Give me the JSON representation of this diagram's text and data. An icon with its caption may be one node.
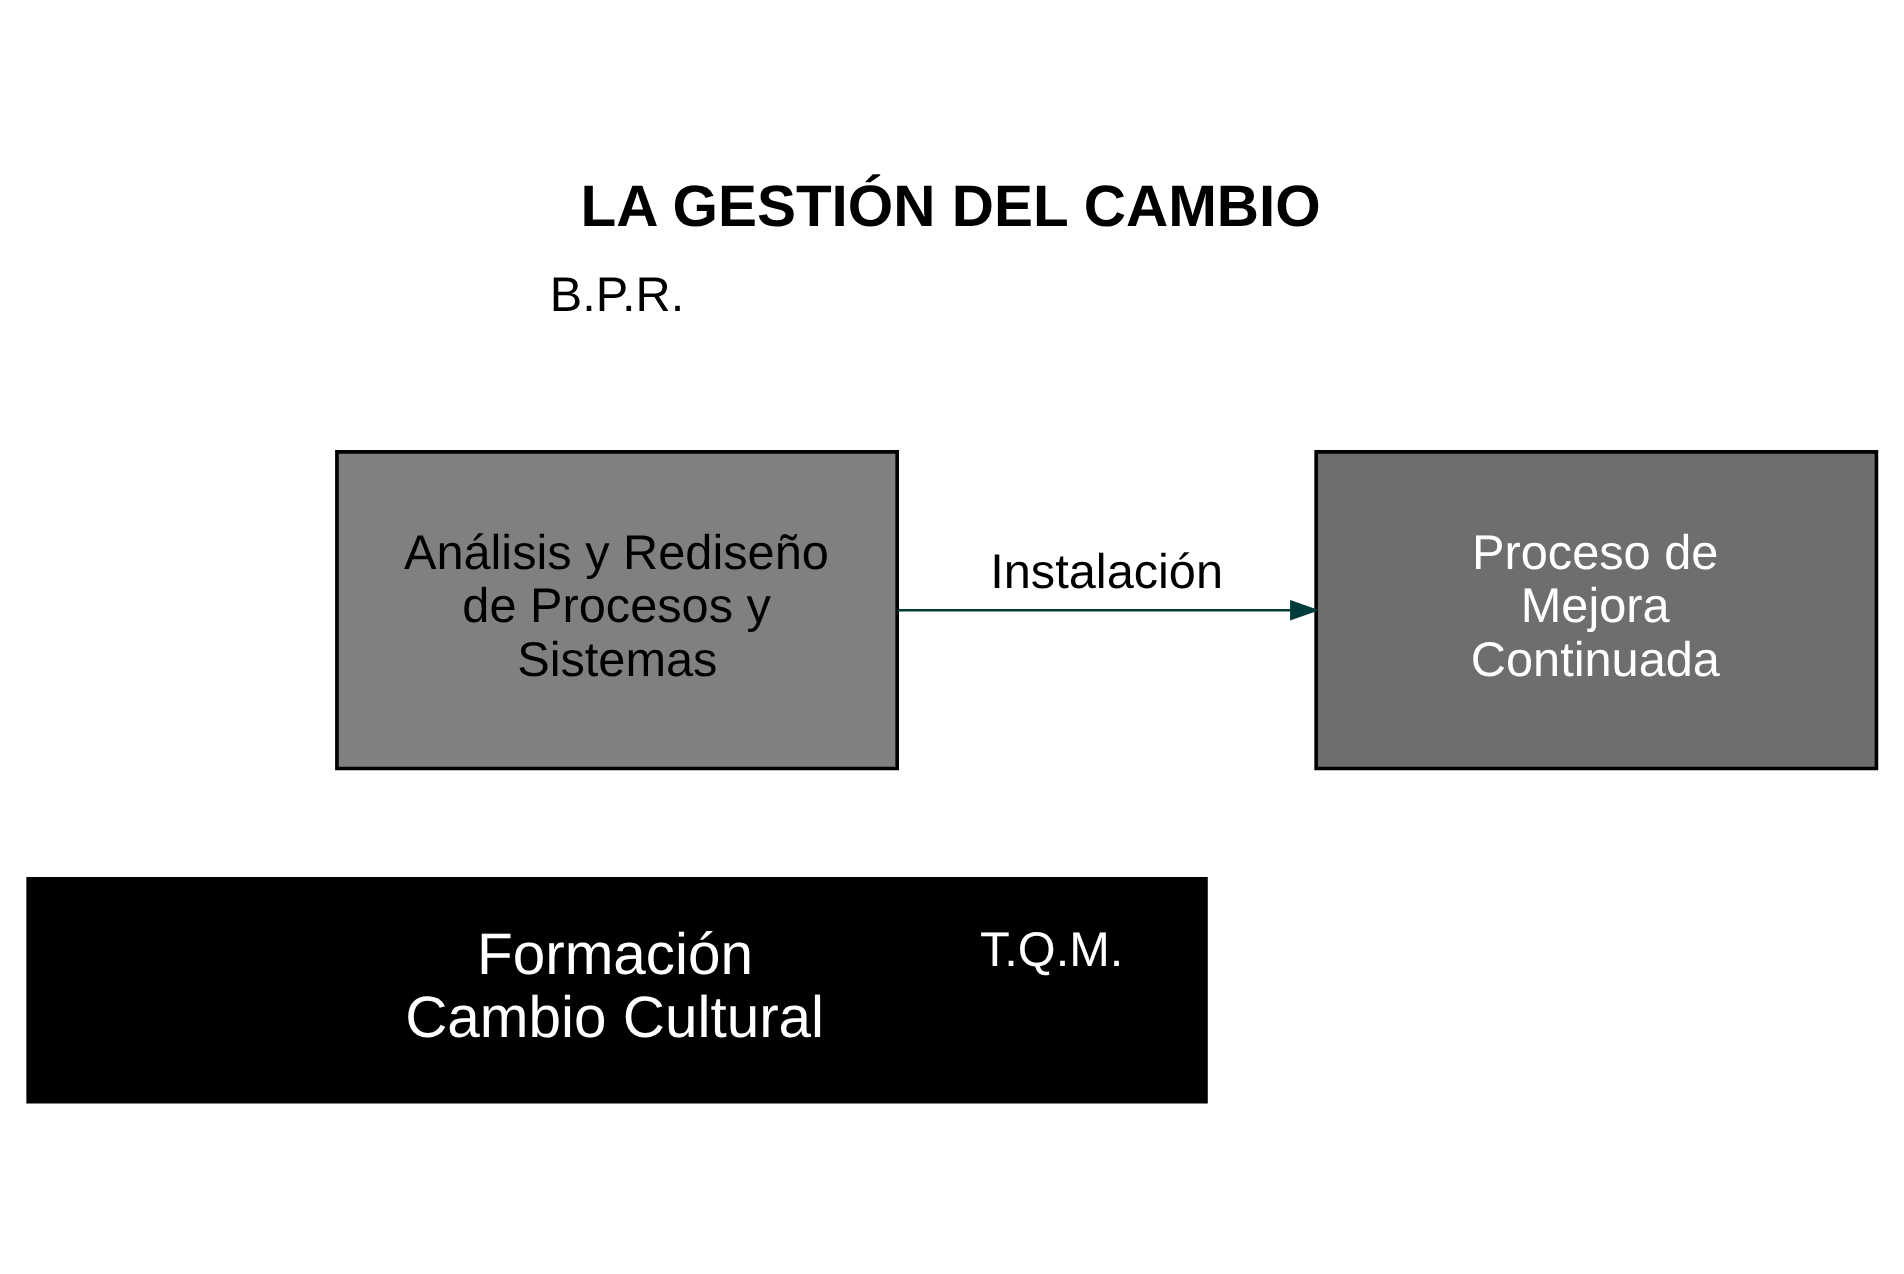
{
  "diagram": {
    "title": "LA GESTIÓN DEL CAMBIO",
    "nodes": [
      {
        "text": [
          "Análisis y Rediseño de Procesos y Sistemas"
        ]
      },
      {
        "text": [
          "Proceso de Mejora Continuada"
        ]
      },
      {
        "text": [
          "Formación",
          "Cambio Cultural",
          "T.Q.M."
        ]
      }
    ],
    "edges": [
      {
        "from": 0,
        "to": 1,
        "arrow": "to",
        "label": "Instalación",
        "color": "#003c3c"
      }
    ],
    "labels": [
      "B.P.R."
    ]
  }
}
